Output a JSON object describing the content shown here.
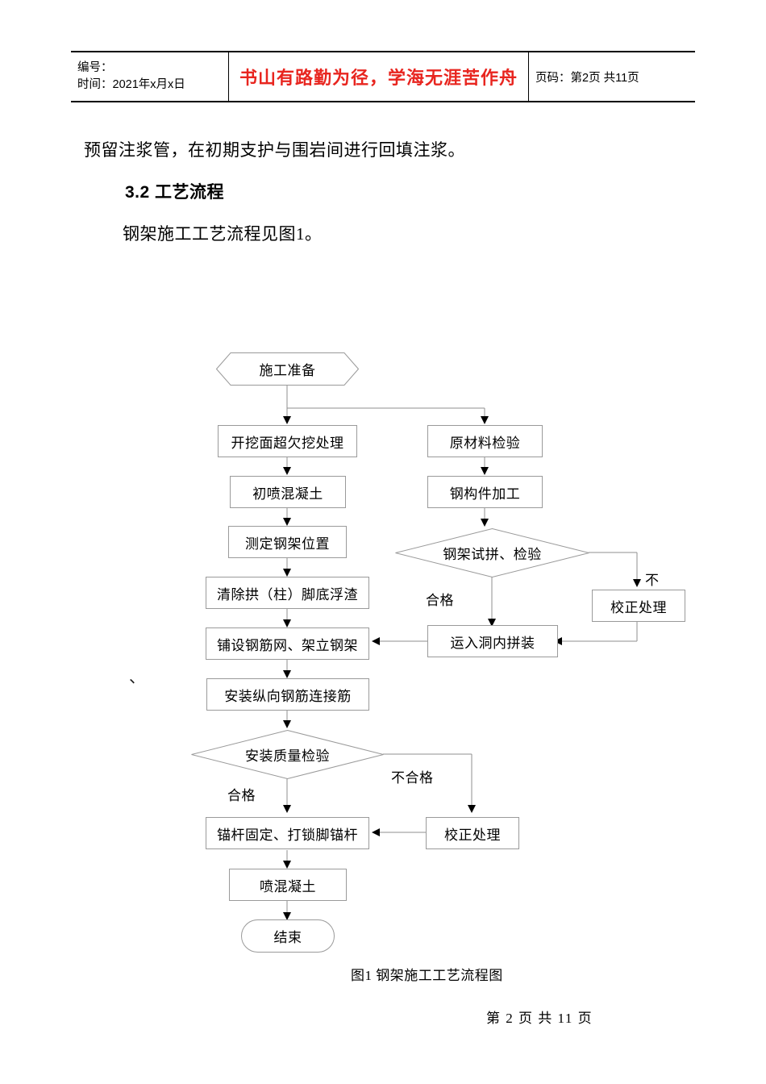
{
  "header": {
    "left_line1": "编号：",
    "left_line2": "时间：2021年x月x日",
    "slogan": "书山有路勤为径，学海无涯苦作舟",
    "slogan_color": "#e8251f",
    "right": "页码：第2页  共11页"
  },
  "body": {
    "paragraph_1": "预留注浆管，在初期支护与围岩间进行回填注浆。",
    "heading_3_2": "3.2  工艺流程",
    "paragraph_2": "钢架施工工艺流程见图1。",
    "stray_mark": "、"
  },
  "flowchart": {
    "nodes": {
      "start": "施工准备",
      "excavation_face": "开挖面超欠挖处理",
      "initial_shotcrete": "初喷混凝土",
      "measure_position": "测定钢架位置",
      "clear_slag": "清除拱（柱）脚底浮渣",
      "lay_mesh": "铺设钢筋网、架立钢架",
      "install_rebar": "安装纵向钢筋连接筋",
      "bolt_fix": "锚杆固定、打锁脚锚杆",
      "shotcrete": "喷混凝土",
      "end": "结束",
      "material_check": "原材料检验",
      "steel_fabrication": "钢构件加工",
      "trial_assembly": "钢架试拼、检验",
      "transport_assembly": "运入洞内拼装",
      "correct_1": "校正处理",
      "correct_2": "校正处理",
      "quality_check": "安装质量检验"
    },
    "edge_labels": {
      "pass_1": "合格",
      "fail_1": "不",
      "pass_2": "合格",
      "fail_2": "不合格"
    }
  },
  "caption": "图1    钢架施工工艺流程图",
  "footer": "第 2 页  共 11 页"
}
